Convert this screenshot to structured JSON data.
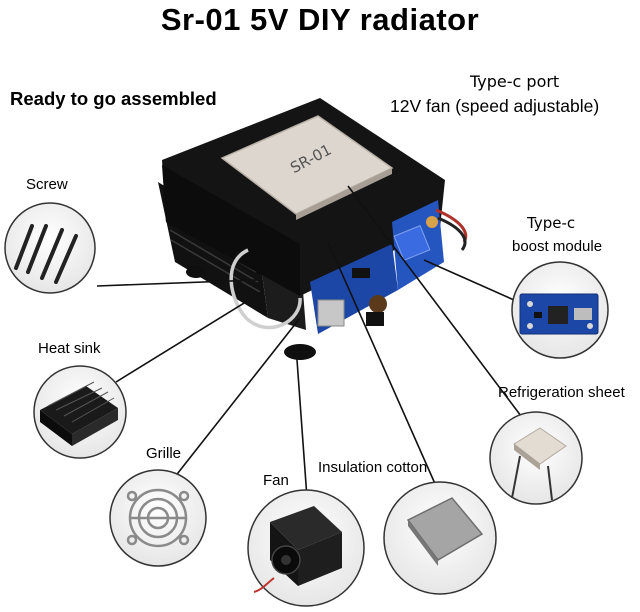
{
  "title": "Sr-01 5V DIY radiator",
  "subtitle": "Ready to go assembled",
  "port_label": "Type-c port",
  "fan_label": "12V fan (speed adjustable)",
  "tec_print": "SR-01",
  "callouts": {
    "screw": "Screw",
    "heat_sink": "Heat sink",
    "grille": "Grille",
    "fan": "Fan",
    "insulation": "Insulation cotton",
    "refrigeration": "Refrigeration sheet",
    "boost_title": "Type-c",
    "boost_sub": "boost module"
  },
  "colors": {
    "foam": "#151515",
    "tec_ceramic": "#dcd6ce",
    "pcb_blue": "#1d47a6",
    "line": "#111111"
  }
}
